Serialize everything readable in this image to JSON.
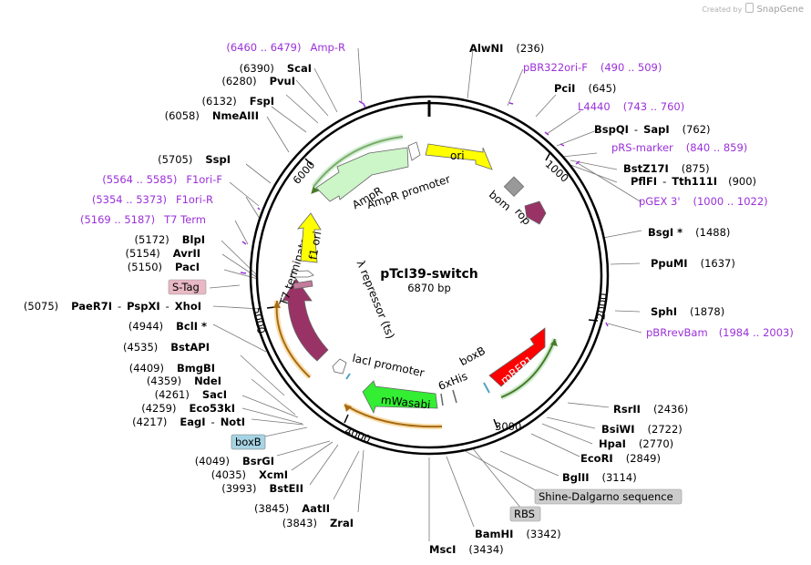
{
  "credit": {
    "text": "Created by",
    "brand": "SnapGene"
  },
  "plasmid": {
    "name": "pTcI39-switch",
    "length": "6870 bp"
  },
  "colors": {
    "primer": "#9b30d9",
    "ori": "#ffff00",
    "ampR": "#ccf5c8",
    "mRFP1": "#ff0000",
    "mWasabi": "#33ee33",
    "repressor": "#993366",
    "f1ori": "#ffff00",
    "bom": "#999999",
    "rop": "#993366",
    "stag_bg": "#e8b8c4",
    "boxB_bg": "#a6d4e4",
    "gray_bg": "#cccccc"
  },
  "ticks": [
    "1000",
    "2000",
    "3000",
    "4000",
    "5000",
    "6000"
  ],
  "sites": [
    {
      "id": "AlwNI",
      "name": "AlwNI",
      "pos": "(236)"
    },
    {
      "id": "PciI",
      "name": "PciI",
      "pos": "(645)"
    },
    {
      "id": "BspQI",
      "name": "BspQI",
      "name2": "SapI",
      "pos": "(762)"
    },
    {
      "id": "BstZ17I",
      "name": "BstZ17I",
      "pos": "(875)"
    },
    {
      "id": "PflFI",
      "name": "PflFI",
      "name2": "Tth111I",
      "pos": "(900)"
    },
    {
      "id": "BsgI",
      "name": "BsgI *",
      "pos": "(1488)"
    },
    {
      "id": "PpuMI",
      "name": "PpuMI",
      "pos": "(1637)"
    },
    {
      "id": "SphI",
      "name": "SphI",
      "pos": "(1878)"
    },
    {
      "id": "RsrII",
      "name": "RsrII",
      "pos": "(2436)"
    },
    {
      "id": "BsiWI",
      "name": "BsiWI",
      "pos": "(2722)"
    },
    {
      "id": "HpaI",
      "name": "HpaI",
      "pos": "(2770)"
    },
    {
      "id": "EcoRI",
      "name": "EcoRI",
      "pos": "(2849)"
    },
    {
      "id": "BglII",
      "name": "BglII",
      "pos": "(3114)"
    },
    {
      "id": "BamHI",
      "name": "BamHI",
      "pos": "(3342)"
    },
    {
      "id": "MscI",
      "name": "MscI",
      "pos": "(3434)"
    },
    {
      "id": "ZraI",
      "name": "ZraI",
      "pos": "(3843)"
    },
    {
      "id": "AatII",
      "name": "AatII",
      "pos": "(3845)"
    },
    {
      "id": "BstEII",
      "name": "BstEII",
      "pos": "(3993)"
    },
    {
      "id": "XcmI",
      "name": "XcmI",
      "pos": "(4035)"
    },
    {
      "id": "BsrGI",
      "name": "BsrGI",
      "pos": "(4049)"
    },
    {
      "id": "EagI",
      "name": "EagI",
      "name2": "NotI",
      "pos": "(4217)"
    },
    {
      "id": "Eco53kI",
      "name": "Eco53kI",
      "pos": "(4259)"
    },
    {
      "id": "SacI",
      "name": "SacI",
      "pos": "(4261)"
    },
    {
      "id": "NdeI",
      "name": "NdeI",
      "pos": "(4359)"
    },
    {
      "id": "BmgBI",
      "name": "BmgBI",
      "pos": "(4409)"
    },
    {
      "id": "BstAPI",
      "name": "BstAPI",
      "pos": "(4535)"
    },
    {
      "id": "BclI",
      "name": "BclI *",
      "pos": "(4944)"
    },
    {
      "id": "PaeR7I",
      "name": "PaeR7I",
      "name2": "PspXI",
      "name3": "XhoI",
      "pos": "(5075)"
    },
    {
      "id": "PacI",
      "name": "PacI",
      "pos": "(5150)"
    },
    {
      "id": "AvrII",
      "name": "AvrII",
      "pos": "(5154)"
    },
    {
      "id": "BlpI",
      "name": "BlpI",
      "pos": "(5172)"
    },
    {
      "id": "SspI",
      "name": "SspI",
      "pos": "(5705)"
    },
    {
      "id": "NmeAIII",
      "name": "NmeAIII",
      "pos": "(6058)"
    },
    {
      "id": "FspI",
      "name": "FspI",
      "pos": "(6132)"
    },
    {
      "id": "PvuI",
      "name": "PvuI",
      "pos": "(6280)"
    },
    {
      "id": "ScaI",
      "name": "ScaI",
      "pos": "(6390)"
    }
  ],
  "primers": [
    {
      "id": "ampR",
      "name": "Amp-R",
      "range": "(6460 .. 6479)"
    },
    {
      "id": "pbr322",
      "name": "pBR322ori-F",
      "range": "(490 .. 509)"
    },
    {
      "id": "l4440",
      "name": "L4440",
      "range": "(743 .. 760)"
    },
    {
      "id": "prs",
      "name": "pRS-marker",
      "range": "(840 .. 859)"
    },
    {
      "id": "pgex",
      "name": "pGEX 3'",
      "range": "(1000 .. 1022)"
    },
    {
      "id": "pbrrev",
      "name": "pBRrevBam",
      "range": "(1984 .. 2003)"
    },
    {
      "id": "f1orif",
      "name": "F1ori-F",
      "range": "(5564 .. 5585)"
    },
    {
      "id": "f1orir",
      "name": "F1ori-R",
      "range": "(5354 .. 5373)"
    },
    {
      "id": "t7term",
      "name": "T7 Term",
      "range": "(5169 .. 5187)"
    }
  ],
  "features": {
    "ori": "ori",
    "bom": "bom",
    "rop": "rop",
    "ampR": "AmpR",
    "ampRpromoter": "AmpR promoter",
    "mRFP1": "mRFP1",
    "boxB": "boxB",
    "sixHis": "6xHis",
    "mWasabi": "mWasabi",
    "laciPromoter": "lacI promoter",
    "repressor": "λ repressor (ts)",
    "t7terminator": "T7 terminator",
    "f1ori": "f1 ori"
  },
  "boxes": {
    "stag": "S-Tag",
    "boxB": "boxB",
    "sd": "Shine-Dalgarno sequence",
    "rbs": "RBS"
  }
}
